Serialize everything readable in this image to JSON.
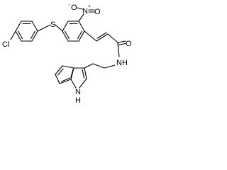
{
  "structure": {
    "atoms": {
      "cl": "Cl",
      "s": "S",
      "n_nitro": "N",
      "n_nitro_charge": "+",
      "o_nitro_left": "O",
      "o_nitro_right": "O",
      "o_nitro_charge": "-",
      "o_carbonyl": "O",
      "n_amide": "N",
      "h_amide": "H",
      "n_indole": "N",
      "h_indole": "H"
    }
  }
}
